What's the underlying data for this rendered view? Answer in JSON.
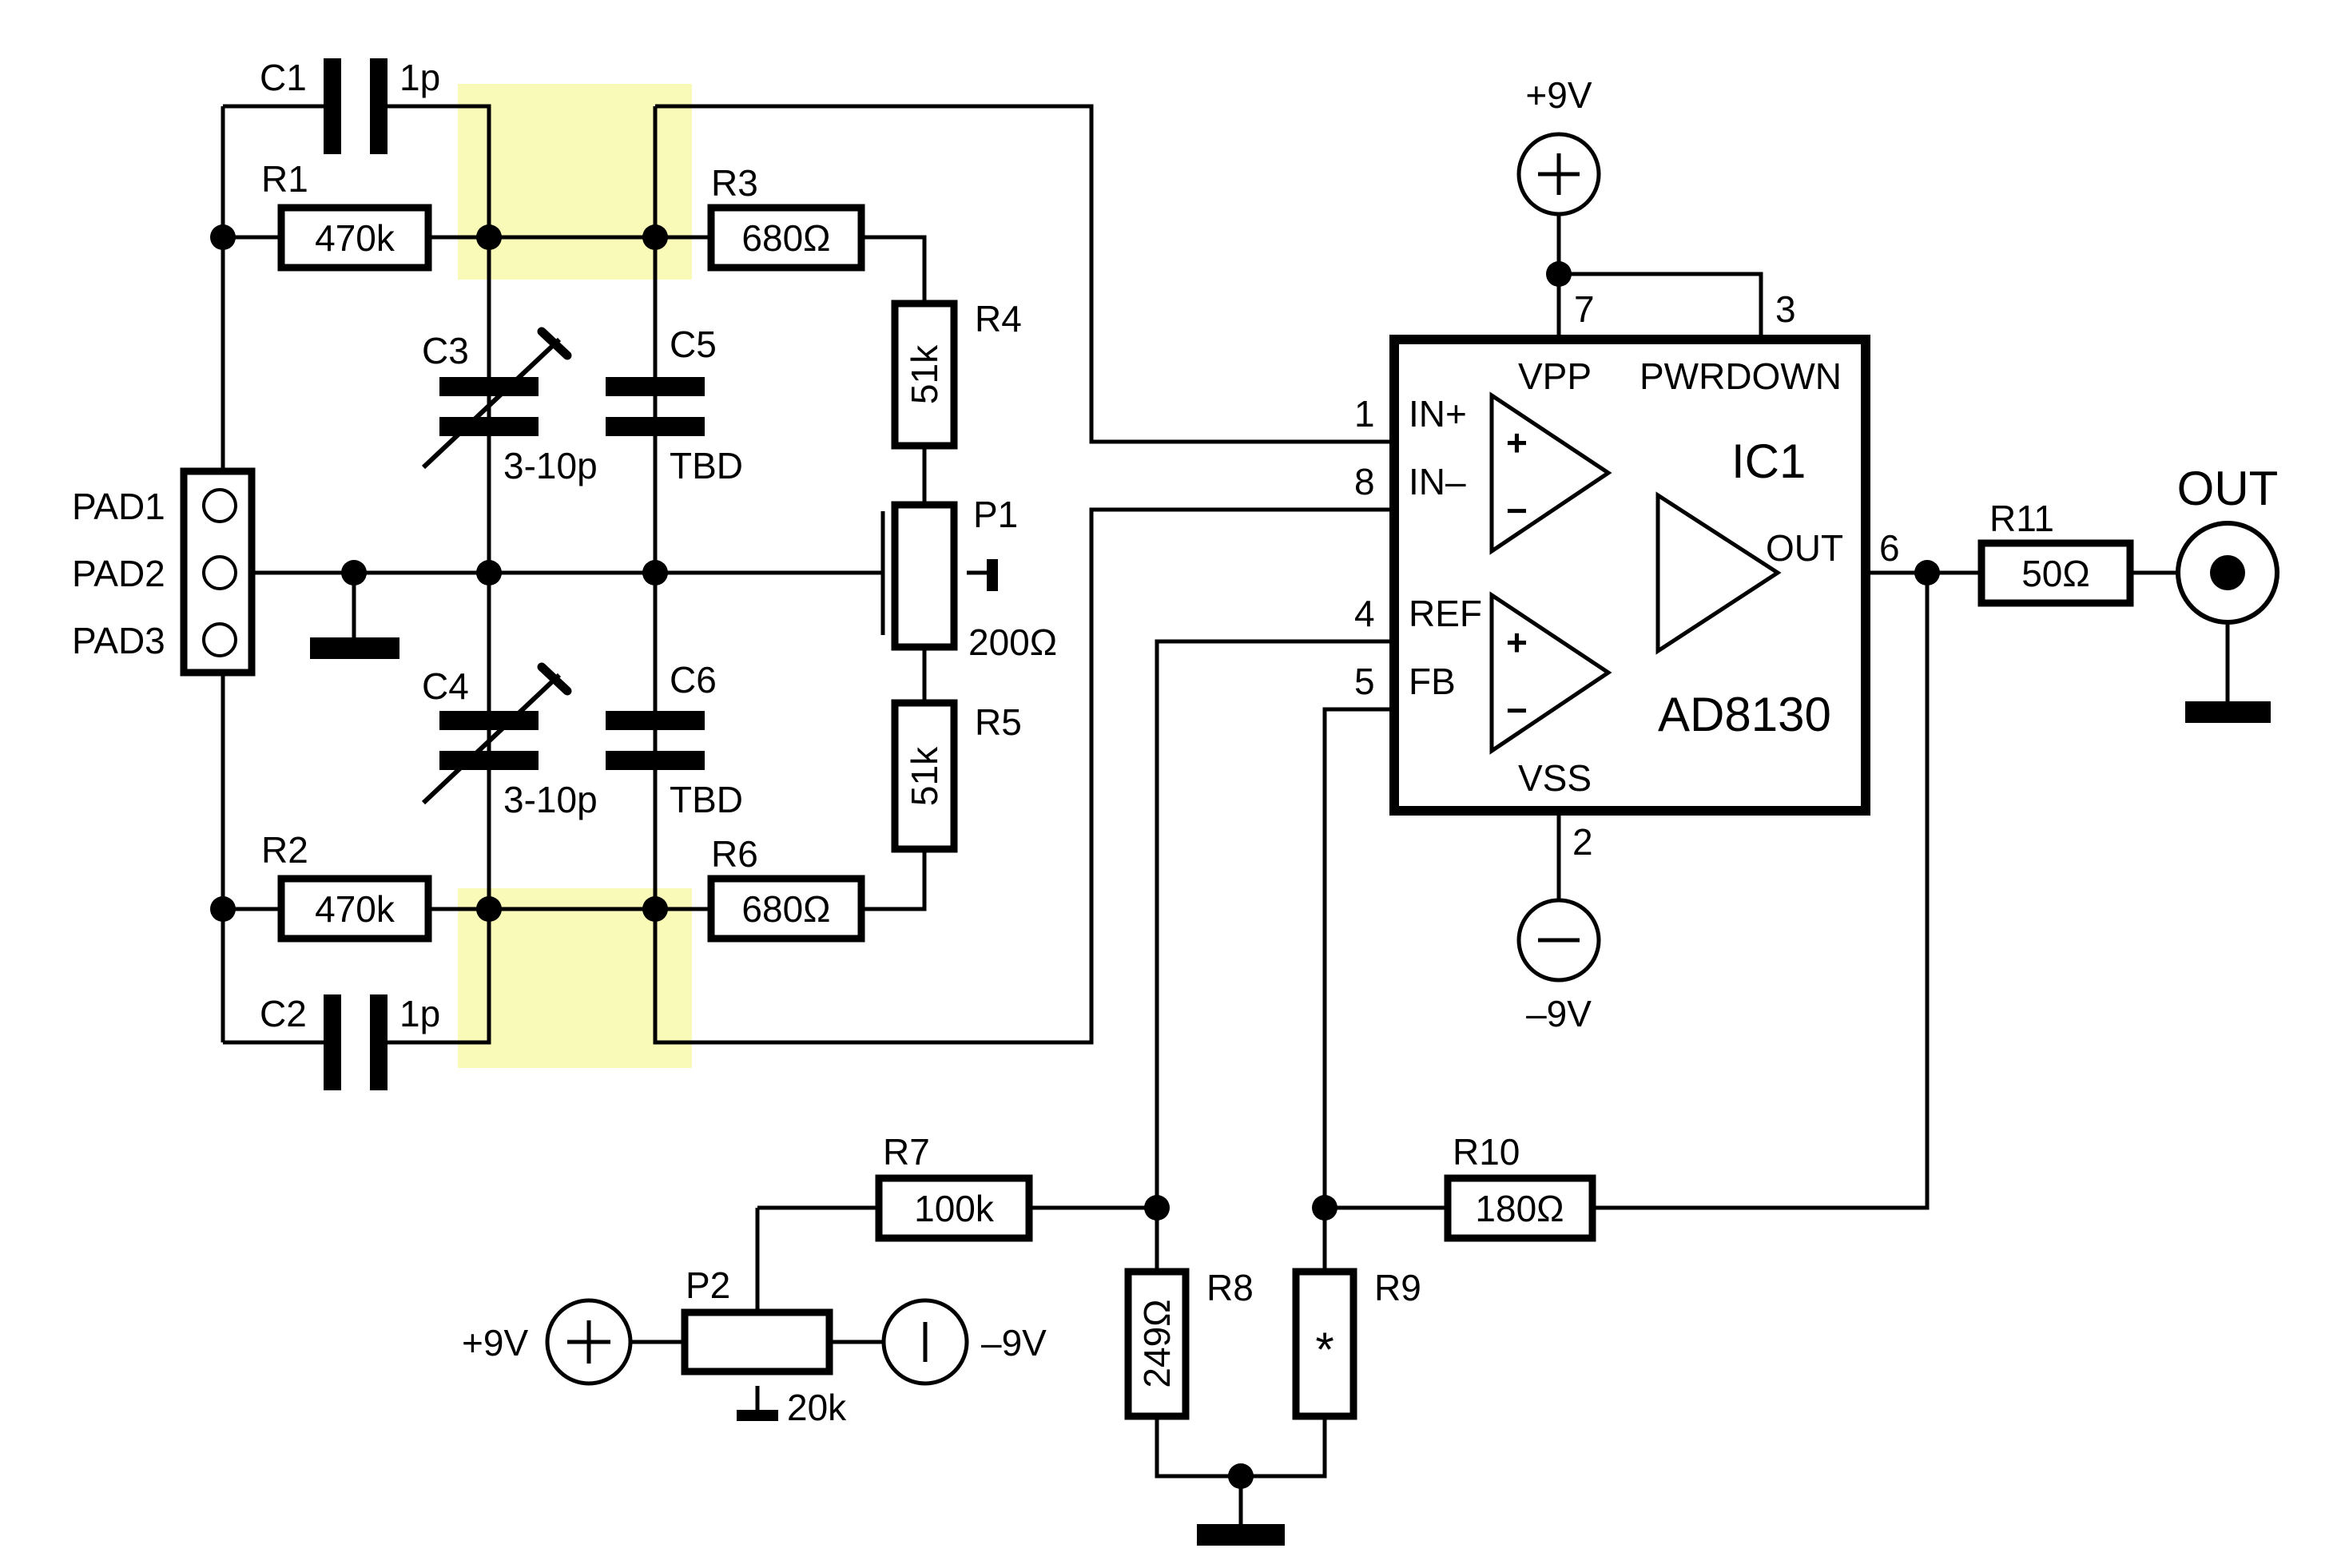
{
  "components": {
    "C1": {
      "ref": "C1",
      "value": "1p"
    },
    "C2": {
      "ref": "C2",
      "value": "1p"
    },
    "C3": {
      "ref": "C3",
      "value": "3-10p"
    },
    "C4": {
      "ref": "C4",
      "value": "3-10p"
    },
    "C5": {
      "ref": "C5",
      "value": "TBD"
    },
    "C6": {
      "ref": "C6",
      "value": "TBD"
    },
    "R1": {
      "ref": "R1",
      "value": "470k"
    },
    "R2": {
      "ref": "R2",
      "value": "470k"
    },
    "R3": {
      "ref": "R3",
      "value": "680Ω"
    },
    "R4": {
      "ref": "R4",
      "value": "51k"
    },
    "R5": {
      "ref": "R5",
      "value": "51k"
    },
    "R6": {
      "ref": "R6",
      "value": "680Ω"
    },
    "R7": {
      "ref": "R7",
      "value": "100k"
    },
    "R8": {
      "ref": "R8",
      "value": "249Ω"
    },
    "R9": {
      "ref": "R9",
      "value": "*"
    },
    "R10": {
      "ref": "R10",
      "value": "180Ω"
    },
    "R11": {
      "ref": "R11",
      "value": "50Ω"
    },
    "P1": {
      "ref": "P1",
      "value": "200Ω"
    },
    "P2": {
      "ref": "P2",
      "value": "20k"
    }
  },
  "pads": [
    "PAD1",
    "PAD2",
    "PAD3"
  ],
  "ic": {
    "ref": "IC1",
    "part": "AD8130",
    "pins": {
      "in_plus": {
        "num": "1",
        "name": "IN+"
      },
      "in_minus": {
        "num": "8",
        "name": "IN–"
      },
      "ref": {
        "num": "4",
        "name": "REF"
      },
      "fb": {
        "num": "5",
        "name": "FB"
      },
      "vpp": {
        "num": "7",
        "name": "VPP"
      },
      "pwrdown": {
        "num": "3",
        "name": "PWRDOWN"
      },
      "out": {
        "num": "6",
        "name": "OUT"
      },
      "vss": {
        "num": "2",
        "name": "VSS"
      }
    }
  },
  "supplies": {
    "top_pos": "+9V",
    "top_neg": "–9V",
    "p2_pos": "+9V",
    "p2_neg": "–9V"
  },
  "output_label": "OUT",
  "highlight_color": "#f9f9b8"
}
